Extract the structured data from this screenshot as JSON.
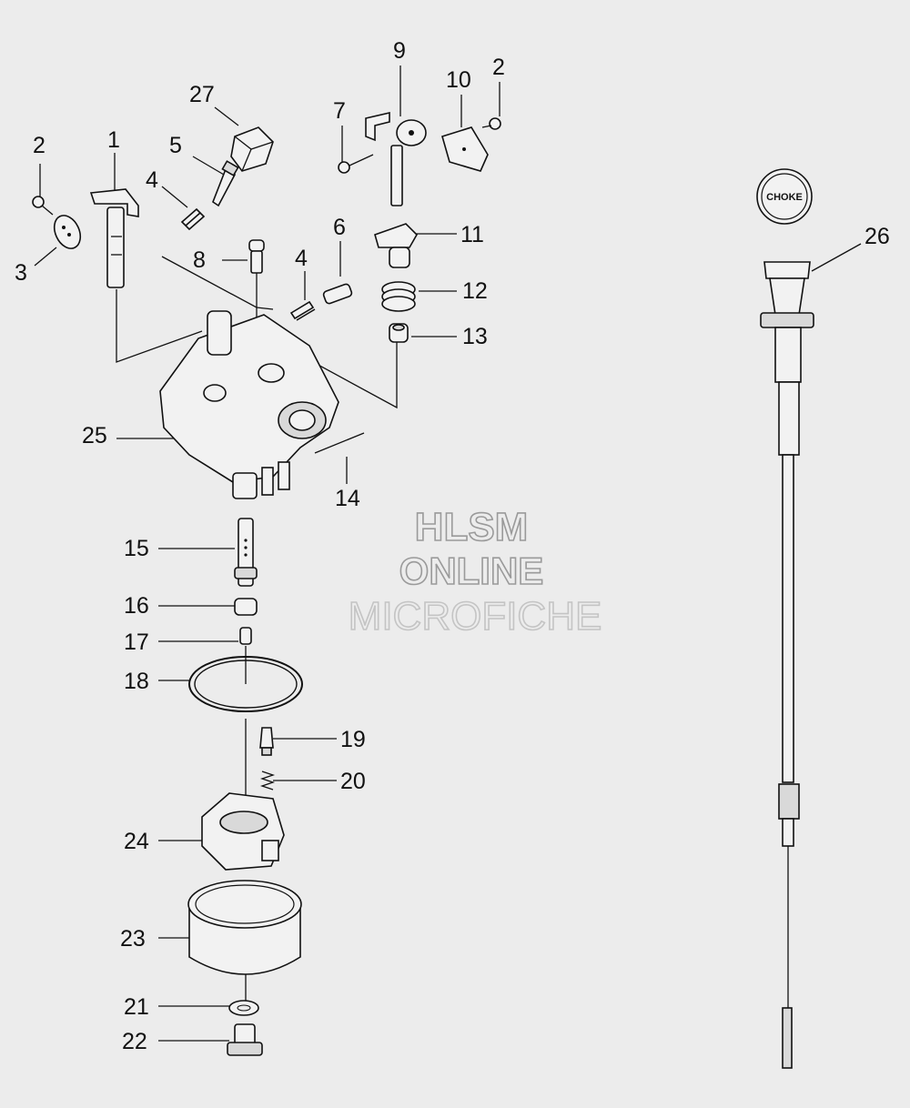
{
  "callouts": {
    "c1": "1",
    "c2a": "2",
    "c2b": "2",
    "c3": "3",
    "c4a": "4",
    "c4b": "4",
    "c5": "5",
    "c6": "6",
    "c7": "7",
    "c8": "8",
    "c9": "9",
    "c10": "10",
    "c11": "11",
    "c12": "12",
    "c13": "13",
    "c14": "14",
    "c15": "15",
    "c16": "16",
    "c17": "17",
    "c18": "18",
    "c19": "19",
    "c20": "20",
    "c21": "21",
    "c22": "22",
    "c23": "23",
    "c24": "24",
    "c25": "25",
    "c26": "26",
    "c27": "27"
  },
  "knob_label": "CHOKE",
  "watermark": {
    "line1": "HLSM",
    "line2": "ONLINE",
    "line3": "MICROFICHE"
  }
}
